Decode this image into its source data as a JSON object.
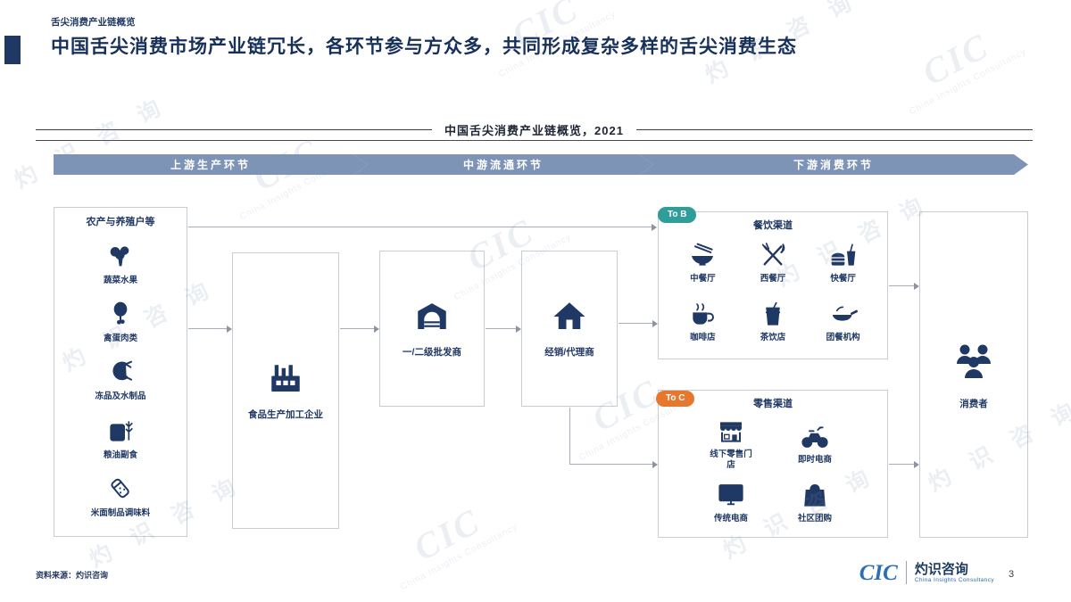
{
  "colors": {
    "navy": "#1f3864",
    "stage_arrow": "#7e94b7",
    "to_b_badge": "#2f9e9b",
    "to_c_badge": "#e8772e",
    "logo_blue": "#2c6fb2"
  },
  "header": {
    "eyebrow": "舌尖消费产业链概览",
    "title": "中国舌尖消费市场产业链冗长，各环节参与方众多，共同形成复杂多样的舌尖消费生态",
    "chart_title": "中国舌尖消费产业链概览，2021"
  },
  "stages": [
    {
      "label": "上游生产环节"
    },
    {
      "label": "中游流通环节"
    },
    {
      "label": "下游消费环节"
    }
  ],
  "producers": {
    "title": "农产与养殖户等",
    "items": [
      {
        "label": "蔬菜水果",
        "icon": "vegetables-icon"
      },
      {
        "label": "禽蛋肉类",
        "icon": "poultry-icon"
      },
      {
        "label": "冻品及水制品",
        "icon": "shrimp-icon"
      },
      {
        "label": "粮油副食",
        "icon": "grain-icon"
      },
      {
        "label": "米面制品调味料",
        "icon": "seasoning-icon"
      }
    ]
  },
  "processing": {
    "label": "食品生产加工企业",
    "icon": "factory-icon"
  },
  "wholesaler": {
    "label": "一/二级批发商",
    "icon": "warehouse-icon"
  },
  "distributor": {
    "label": "经销/代理商",
    "icon": "house-icon"
  },
  "catering": {
    "badge": "To B",
    "title": "餐饮渠道",
    "items": [
      {
        "label": "中餐厅",
        "icon": "chinese-restaurant-icon"
      },
      {
        "label": "西餐厅",
        "icon": "western-restaurant-icon"
      },
      {
        "label": "快餐厅",
        "icon": "fast-food-icon"
      },
      {
        "label": "咖啡店",
        "icon": "coffee-icon"
      },
      {
        "label": "茶饮店",
        "icon": "bubble-tea-icon"
      },
      {
        "label": "团餐机构",
        "icon": "group-meal-icon"
      }
    ]
  },
  "retail": {
    "badge": "To C",
    "title": "零售渠道",
    "items": [
      {
        "label": "线下零售门店",
        "icon": "storefront-icon"
      },
      {
        "label": "即时电商",
        "icon": "delivery-bike-icon"
      },
      {
        "label": "传统电商",
        "icon": "online-shop-icon"
      },
      {
        "label": "社区团购",
        "icon": "shopping-bag-icon"
      }
    ]
  },
  "consumer": {
    "label": "消费者",
    "icon": "consumers-icon"
  },
  "watermark": {
    "cic": "CIC",
    "cn": "灼 识 咨 询",
    "en": "China Insights Consultancy"
  },
  "footer": {
    "source": "资料来源：灼识咨询",
    "logo_cic": "CIC",
    "logo_cn": "灼识咨询",
    "logo_en": "China Insights Consultancy",
    "page_number": "3"
  }
}
